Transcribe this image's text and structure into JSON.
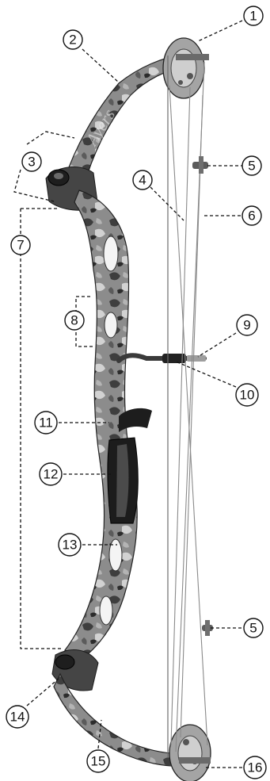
{
  "figure": {
    "callouts": [
      {
        "id": "c1",
        "label": "1"
      },
      {
        "id": "c2",
        "label": "2"
      },
      {
        "id": "c3",
        "label": "3"
      },
      {
        "id": "c4",
        "label": "4"
      },
      {
        "id": "c5a",
        "label": "5"
      },
      {
        "id": "c6",
        "label": "6"
      },
      {
        "id": "c7",
        "label": "7"
      },
      {
        "id": "c8",
        "label": "8"
      },
      {
        "id": "c9",
        "label": "9"
      },
      {
        "id": "c10",
        "label": "10"
      },
      {
        "id": "c11",
        "label": "11"
      },
      {
        "id": "c12",
        "label": "12"
      },
      {
        "id": "c13",
        "label": "13"
      },
      {
        "id": "c5b",
        "label": "5"
      },
      {
        "id": "c14",
        "label": "14"
      },
      {
        "id": "c15",
        "label": "15"
      },
      {
        "id": "c16",
        "label": "16"
      }
    ],
    "colors": {
      "limb_dark": "#3a3a3a",
      "limb_mid": "#7b7b7b",
      "limb_light": "#c9c9c9",
      "cam": "#9a9a9a",
      "grip": "#1c1c1c",
      "line": "#111111"
    },
    "watermark_text": "Ayers"
  }
}
